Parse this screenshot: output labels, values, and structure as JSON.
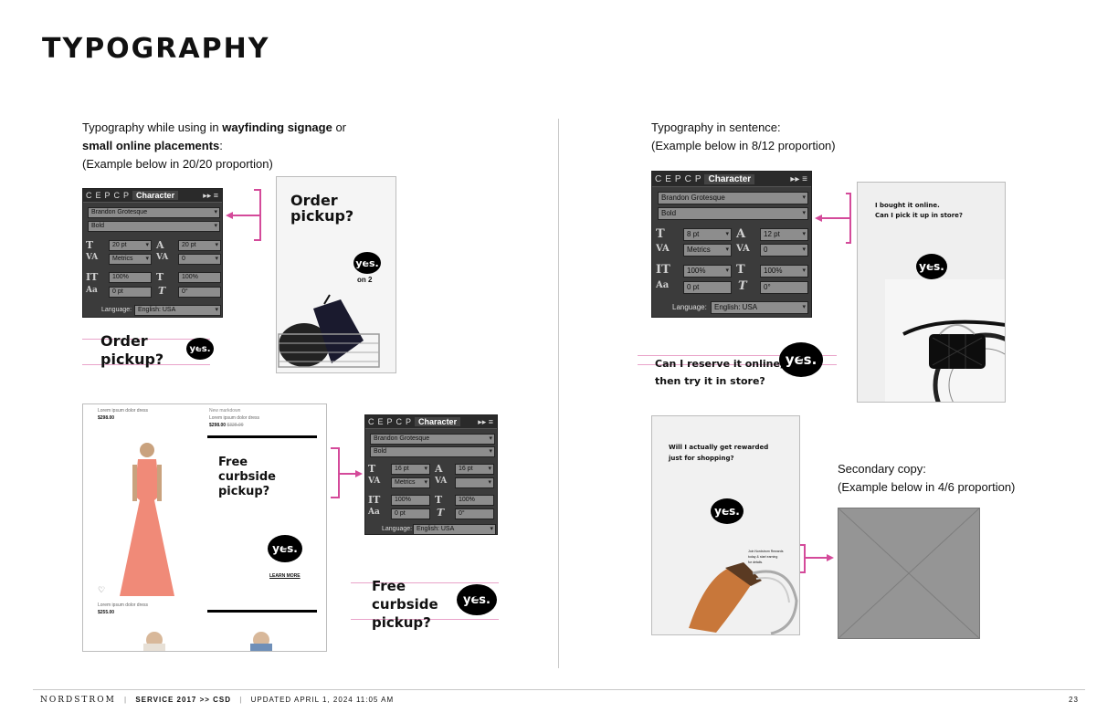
{
  "page": {
    "title": "TYPOGRAPHY",
    "page_number": "23"
  },
  "left": {
    "intro_line1_a": "Typography while using in ",
    "intro_line1_b": "wayfinding signage",
    "intro_line1_c": " or",
    "intro_line2_a": "small online placements",
    "intro_line2_b": ":",
    "intro_line3": "(Example below in 20/20 proportion)",
    "panel1": {
      "tabs": [
        "C",
        "E",
        "P",
        "C",
        "P"
      ],
      "active_tab": "Character",
      "font": "Brandon Grotesque",
      "style": "Bold",
      "size": "20 pt",
      "leading": "20 pt",
      "kerning": "Metrics",
      "tracking": "0",
      "vscale": "100%",
      "hscale": "100%",
      "baseline": "0 pt",
      "skew": "0°",
      "language_label": "Language:",
      "language": "English: USA"
    },
    "order_headline": "Order\npickup?",
    "order_bubble": "yes.",
    "card1": {
      "headline": "Order\npickup?",
      "bubble": "yes.",
      "sub": "on 2"
    },
    "web": {
      "item1_name": "Lorem ipsum dolor dress",
      "item1_price": "$298.00",
      "item2_tag": "New markdown",
      "item2_name": "Lorem ipsum dolor dress",
      "item2_price": "$298.00",
      "item2_old": "$329.00",
      "item3_name": "Lorem ipsum dolor dress",
      "item3_price": "$255.00",
      "promo": "Free\ncurbside\npickup?",
      "bubble": "yes.",
      "link": "LEARN MORE"
    },
    "panel2": {
      "tabs": [
        "C",
        "E",
        "P",
        "C",
        "P"
      ],
      "active_tab": "Character",
      "font": "Brandon Grotesque",
      "style": "Bold",
      "size": "16 pt",
      "leading": "16 pt",
      "kerning": "Metrics",
      "tracking": "",
      "vscale": "100%",
      "hscale": "100%",
      "baseline": "0 pt",
      "skew": "0°",
      "language_label": "Language:",
      "language": "English: USA"
    },
    "free_headline": "Free\ncurbside\npickup?",
    "free_bubble": "yes."
  },
  "right": {
    "intro_line1": "Typography in sentence:",
    "intro_line2": "(Example below in 8/12 proportion)",
    "panel3": {
      "tabs": [
        "C",
        "E",
        "P",
        "C",
        "P"
      ],
      "active_tab": "Character",
      "font": "Brandon Grotesque",
      "style": "Bold",
      "size": "8 pt",
      "leading": "12 pt",
      "kerning": "Metrics",
      "tracking": "0",
      "vscale": "100%",
      "hscale": "100%",
      "baseline": "0 pt",
      "skew": "0°",
      "language_label": "Language:",
      "language": "English: USA"
    },
    "card2": {
      "text": "I bought it online.\nCan I pick it up in store?",
      "bubble": "yes."
    },
    "reserve": {
      "text": "Can I reserve it online,\nthen try it in store?",
      "bubble": "yes."
    },
    "card3": {
      "text": "Will I actually get rewarded\njust for shopping?",
      "bubble": "yes.",
      "small": "Join Nordstrom Rewards\ntoday & start earning\nfor details."
    },
    "secondary_line1": "Secondary copy:",
    "secondary_line2": "(Example below in 4/6 proportion)"
  },
  "footer": {
    "brand": "NORDSTROM",
    "service": "SERVICE 2017 >> CSD",
    "updated": "UPDATED APRIL 1, 2024 11:05 AM"
  },
  "colors": {
    "accent": "#d44a9a",
    "panel": "#3b3b3b",
    "field": "#8d8d8d",
    "dress": "#f08a78"
  }
}
